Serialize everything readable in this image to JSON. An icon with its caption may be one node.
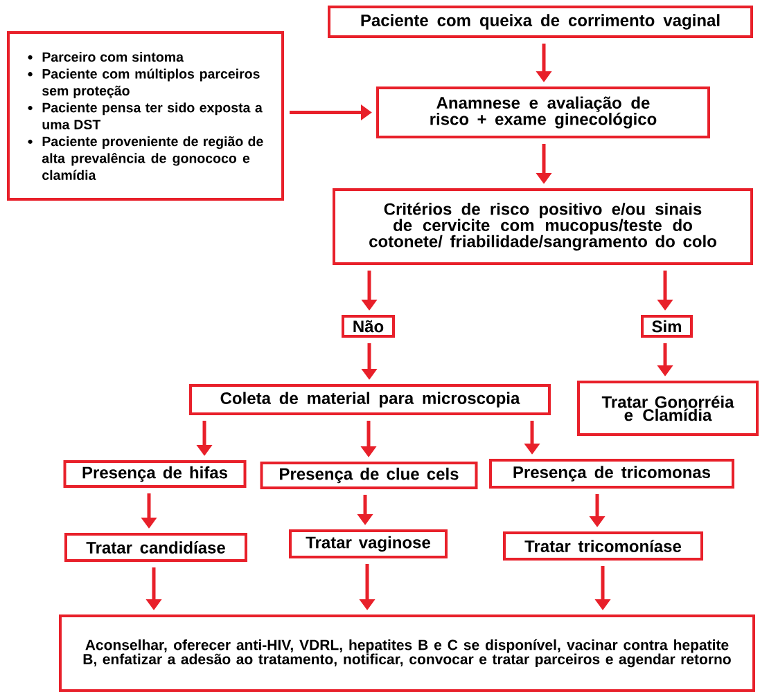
{
  "diagram": {
    "nodes": [
      {
        "text": [
          "Paciente com queixa de corrimento vaginal"
        ]
      },
      {
        "text": [
          "Parceiro com sintoma",
          "Paciente com múltiplos parceiros sem proteção",
          "Paciente pensa ter sido exposta a uma DST",
          "Paciente proveniente de região de alta prevalência de gonococo e clamídia"
        ]
      },
      {
        "text": [
          "Anamnese e avaliação de risco + exame ginecológico"
        ]
      },
      {
        "text": [
          "Critérios de risco positivo e/ou sinais de cervicite com mucopus/teste do cotonete/ friabilidade/sangramento do colo"
        ]
      },
      {
        "text": [
          "Não"
        ]
      },
      {
        "text": [
          "Sim"
        ]
      },
      {
        "text": [
          "Coleta de material para microscopia"
        ]
      },
      {
        "text": [
          "Tratar Gonorréia e Clamídia"
        ]
      },
      {
        "text": [
          "Presença de hifas"
        ]
      },
      {
        "text": [
          "Presença de clue cels"
        ]
      },
      {
        "text": [
          "Presença de tricomonas"
        ]
      },
      {
        "text": [
          "Tratar candidíase"
        ]
      },
      {
        "text": [
          "Tratar vaginose"
        ]
      },
      {
        "text": [
          "Tratar tricomoníase"
        ]
      },
      {
        "text": [
          "Aconselhar, oferecer anti-HIV, VDRL, hepatites B e C se disponível, vacinar contra hepatite B, enfatizar a adesão ao tratamento, notificar, convocar e tratar parceiros e agendar retorno"
        ]
      }
    ],
    "edges": [
      {
        "from": 0,
        "to": 2,
        "arrow": "to"
      },
      {
        "from": 1,
        "to": 2,
        "arrow": "to"
      },
      {
        "from": 2,
        "to": 3,
        "arrow": "to"
      },
      {
        "from": 3,
        "to": 4,
        "arrow": "to"
      },
      {
        "from": 3,
        "to": 5,
        "arrow": "to"
      },
      {
        "from": 4,
        "to": 6,
        "arrow": "to"
      },
      {
        "from": 5,
        "to": 7,
        "arrow": "to"
      },
      {
        "from": 6,
        "to": 8,
        "arrow": "to"
      },
      {
        "from": 6,
        "to": 9,
        "arrow": "to"
      },
      {
        "from": 6,
        "to": 10,
        "arrow": "to"
      },
      {
        "from": 8,
        "to": 11,
        "arrow": "to"
      },
      {
        "from": 9,
        "to": 12,
        "arrow": "to"
      },
      {
        "from": 10,
        "to": 13,
        "arrow": "to"
      },
      {
        "from": 11,
        "to": 14,
        "arrow": "to"
      },
      {
        "from": 12,
        "to": 14,
        "arrow": "to"
      },
      {
        "from": 13,
        "to": 14,
        "arrow": "to"
      }
    ]
  }
}
